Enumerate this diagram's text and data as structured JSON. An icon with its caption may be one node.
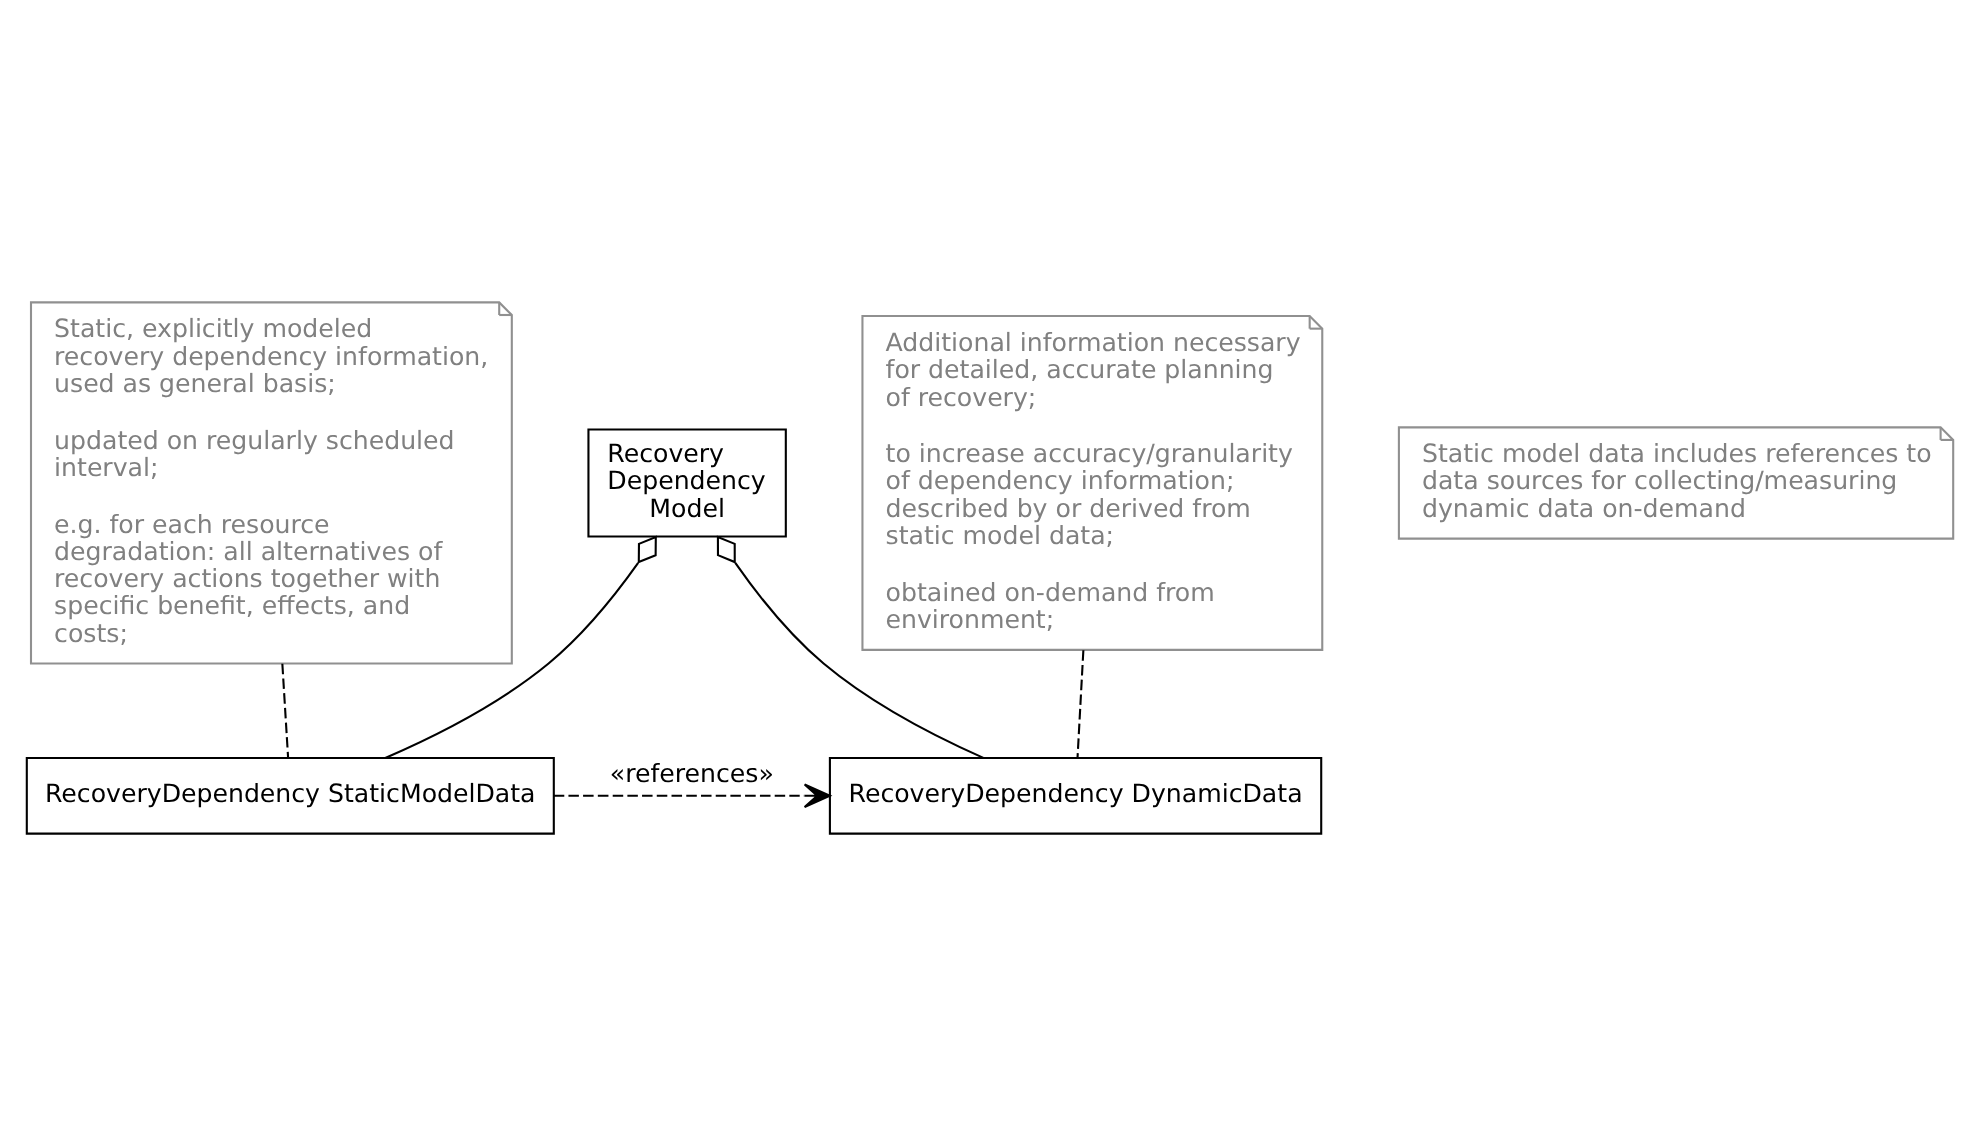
{
  "diagram": {
    "nodes": [
      {
        "text": [
          "Static, explicitly modeled recovery dependency information, used as general basis;",
          "updated on regularly scheduled interval;",
          "e.g. for each resource degradation: all alternatives of recovery actions together with specific benefit, effects, and costs;"
        ]
      },
      {
        "text": [
          "Recovery Dependency Model"
        ]
      },
      {
        "text": [
          "Additional information necessary for detailed, accurate planning of recovery;",
          "to increase accuracy/granularity of dependency information; described by or derived from static model data;",
          "obtained on-demand from environment;"
        ]
      },
      {
        "text": [
          "RecoveryDependency StaticModelData"
        ]
      },
      {
        "text": [
          "RecoveryDependency DynamicData"
        ]
      },
      {
        "text": [
          "Static model data includes references to data sources for collecting/measuring dynamic data on-demand"
        ]
      }
    ],
    "edges": [
      {
        "from": 3,
        "to": 1,
        "arrow": "other"
      },
      {
        "from": 4,
        "to": 1,
        "arrow": "other"
      },
      {
        "from": 0,
        "to": 3,
        "arrow": "none",
        "style": "dashed"
      },
      {
        "from": 2,
        "to": 4,
        "arrow": "none",
        "style": "dashed"
      },
      {
        "from": 3,
        "to": 4,
        "arrow": "to",
        "style": "dashed",
        "label": "«references»"
      }
    ]
  }
}
